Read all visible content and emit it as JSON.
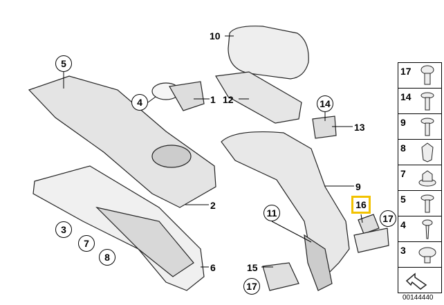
{
  "callouts": {
    "c1": "1",
    "c2": "2",
    "c3": "3",
    "c4": "4",
    "c5": "5",
    "c6": "6",
    "c7": "7",
    "c8": "8",
    "c9": "9",
    "c10": "10",
    "c11": "11",
    "c12": "12",
    "c13": "13",
    "c14": "14",
    "c15": "15",
    "c16": "16",
    "c17a": "17",
    "c17b": "17"
  },
  "highlight_color": "#f2c200",
  "legend": {
    "items": [
      {
        "label": "17",
        "icon": "screw-icon"
      },
      {
        "label": "14",
        "icon": "screw-icon"
      },
      {
        "label": "9",
        "icon": "screw-icon"
      },
      {
        "label": "8",
        "icon": "clip-nut-icon"
      },
      {
        "label": "7",
        "icon": "hex-nut-icon"
      },
      {
        "label": "5",
        "icon": "screw-icon"
      },
      {
        "label": "4",
        "icon": "tapping-screw-icon"
      },
      {
        "label": "3",
        "icon": "expanding-rivet-icon"
      }
    ],
    "diagram_code": "00144440"
  }
}
